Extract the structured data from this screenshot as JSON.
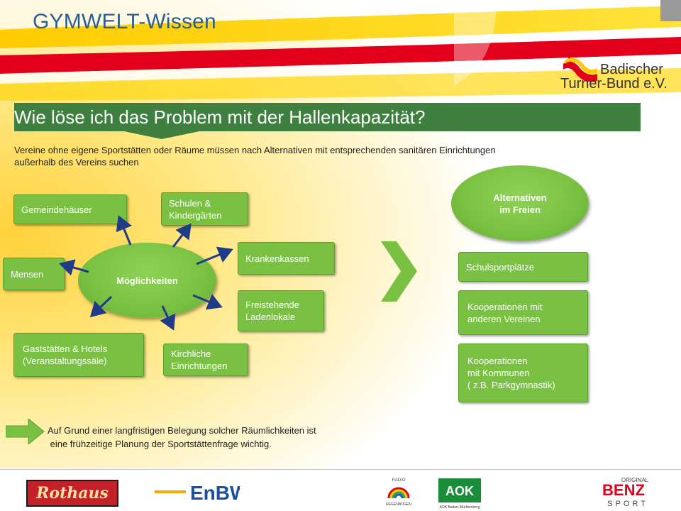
{
  "header": {
    "title": "GYMWELT-Wissen",
    "logo_text_line1": "Badischer",
    "logo_text_line2": "Turner-Bund e.V."
  },
  "slide": {
    "title": "Wie löse ich das Problem mit der Hallenkapazität?",
    "intro_line1": "Vereine ohne eigene Sportstätten oder Räume müssen nach Alternativen mit entsprechenden sanitären Einrichtungen",
    "intro_line2": "außerhalb des Vereins suchen"
  },
  "hub": {
    "label": "Möglichkeiten",
    "options": [
      {
        "label": "Gemeindehäuser"
      },
      {
        "label_line1": "Schulen &",
        "label_line2": "Kindergärten"
      },
      {
        "label": "Krankenkassen"
      },
      {
        "label_line1": "Freistehende",
        "label_line2": "Ladenlokale"
      },
      {
        "label_line1": "Kirchliche",
        "label_line2": "Einrichtungen"
      },
      {
        "label_line1": "Gaststätten & Hotels",
        "label_line2": "(Veranstaltungssäle)"
      },
      {
        "label": "Mensen"
      }
    ]
  },
  "outdoor": {
    "label_line1": "Alternativen",
    "label_line2": "im Freien",
    "items": [
      {
        "label": "Schulsportplätze"
      },
      {
        "label_line1": "Kooperationen mit",
        "label_line2": "anderen Vereinen"
      },
      {
        "label_line1": "Kooperationen",
        "label_line2": "mit Kommunen",
        "label_line3": "( z.B. Parkgymnastik)"
      }
    ]
  },
  "note": {
    "line1": "Auf Grund einer langfristigen Belegung solcher Räumlichkeiten ist",
    "line2": " eine frühzeitige Planung der Sportstättenfrage wichtig."
  },
  "sponsors": {
    "rothaus": "Rothaus",
    "enbw": "EnBW",
    "radio_top": "RADIO",
    "radio_bottom": "REGENBOGEN",
    "aok": "AOK",
    "aok_sub": "AOK Baden-Württemberg",
    "benz_top": "ORIGINAL",
    "benz_main": "BENZ",
    "benz_sub": "SPORT"
  },
  "colors": {
    "title_blue": "#2d5e92",
    "banner_green": "#3f7f3f",
    "box_green": "#7ac143",
    "arrow_navy": "#1f3c88",
    "band_yellow": "#ffd400",
    "band_red": "#e2001a"
  }
}
